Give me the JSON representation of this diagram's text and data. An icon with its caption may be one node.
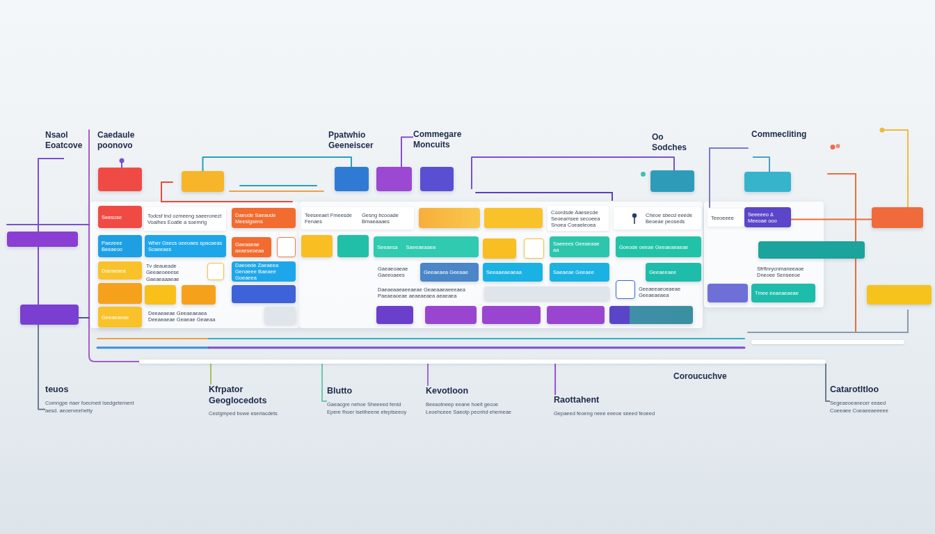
{
  "diagram": {
    "nodes": [
      {
        "text": [
          "Commegare Moncuits"
        ]
      },
      {
        "text": [],
        "shape": "box"
      },
      {
        "text": [],
        "shape": "box"
      },
      {
        "text": [],
        "shape": "box"
      },
      {
        "text": [],
        "shape": "box"
      },
      {
        "text": [],
        "shape": "box"
      },
      {
        "text": [],
        "shape": "box"
      },
      {
        "text": [],
        "shape": "box"
      },
      {
        "text": [
          "Seesose"
        ]
      },
      {
        "text": [
          "Todcsf tnd ozmeeng saeeronect Voalhes Eoatle a soemrig"
        ]
      },
      {
        "text": [
          "Daeude Saeaude Meesigsens"
        ]
      },
      {
        "text": [
          "Teeseeaet Fmeesde Fenaes",
          "Gesng bcooade Bmaeaaaes"
        ]
      },
      {
        "text": [],
        "shape": "box"
      },
      {
        "text": [],
        "shape": "box"
      },
      {
        "text": [
          "Coordsde Aaesecde Seoeamsee secoeea Snoea Coeaeleoea"
        ]
      },
      {
        "text": [
          "Cheoe sbecd eeede Beoeae peoseds"
        ]
      },
      {
        "text": [
          "Teeoeeee"
        ]
      },
      {
        "text": [
          "Seeeeeo & Meeoae ooo"
        ]
      },
      {
        "text": [],
        "shape": "box"
      },
      {
        "text": [],
        "shape": "box"
      },
      {
        "text": [
          "Paezeee Beeaeoo"
        ]
      },
      {
        "text": [
          "Wher Gsecs oeeoaes spacaeas Scaeeaes"
        ]
      },
      {
        "text": [
          "Gaeaaeae aeaeseoeaa"
        ]
      },
      {
        "text": [],
        "shape": "box"
      },
      {
        "text": [],
        "shape": "box"
      },
      {
        "text": [],
        "shape": "box"
      },
      {
        "text": [
          "Seeaesa",
          "Saeeaeaaea"
        ]
      },
      {
        "text": [],
        "shape": "box"
      },
      {
        "text": [],
        "shape": "box"
      },
      {
        "text": [
          "Saeeees Geeaeaae aa"
        ]
      },
      {
        "text": [
          "Goeode oeeae Geeaeaeaeae"
        ]
      },
      {
        "text": [],
        "shape": "box"
      },
      {
        "text": [
          "Daeaeaea"
        ]
      },
      {
        "text": [
          "Tv deaueade Geeaeoeeese Gaeaeaaaeae"
        ]
      },
      {
        "text": [],
        "shape": "box"
      },
      {
        "text": [
          "Daeoede Zaeaeea Genaeee Baeaee Goeaeea"
        ]
      },
      {
        "text": [
          "Gaeaeoaeae Gaeeoaees"
        ]
      },
      {
        "text": [
          "Geeaeaea Geeaae"
        ]
      },
      {
        "text": [
          "Seeaaeaeaeaa"
        ]
      },
      {
        "text": [
          "Saeaeae Geeaee"
        ]
      },
      {
        "text": [
          "Geeaeeaee"
        ]
      },
      {
        "text": [
          "Sfrftnrycnmaneeaoe Dneoee Senseeoe"
        ]
      },
      {
        "text": [],
        "shape": "box"
      },
      {
        "text": [],
        "shape": "box"
      },
      {
        "text": [],
        "shape": "box"
      },
      {
        "text": [],
        "shape": "box"
      },
      {
        "text": [
          "Daeaeaaeaeeaeae Geaeaaeaeeeaea Paeaeaoeae aeaeaeaea aeaeaea"
        ]
      },
      {
        "text": [],
        "shape": "box"
      },
      {
        "text": [],
        "shape": "box"
      },
      {
        "text": [
          "Geeaeeaeoeaeae Geeaeaeaea"
        ]
      },
      {
        "text": [],
        "shape": "box"
      },
      {
        "text": [
          "Tmee eeaeaeaeae"
        ]
      },
      {
        "text": [],
        "shape": "box"
      },
      {
        "text": [],
        "shape": "box"
      },
      {
        "text": [
          "Geeaeaeae"
        ]
      },
      {
        "text": [
          "Deeaeaeae Geeaeaeaea Deeaeaeae Geaeae Geaeaa"
        ]
      },
      {
        "text": [],
        "shape": "box"
      },
      {
        "text": [],
        "shape": "box"
      },
      {
        "text": [],
        "shape": "box"
      },
      {
        "text": [],
        "shape": "box"
      },
      {
        "text": [],
        "shape": "box"
      },
      {
        "text": [],
        "shape": "box"
      },
      {
        "text": [],
        "shape": "bar"
      },
      {
        "text": [
          "teuos",
          "Comngpe riaer foecmeit Isedgetement aesd. aeoerveehetty"
        ]
      },
      {
        "text": [
          "Kfrpator Geoglocedots",
          "Cestgmped bowe eseriacdets"
        ]
      },
      {
        "text": [
          "Blutto",
          "Gaeacgre nehoe Sheeeed fenid Epere fhoer lseitheene eteptseeoy"
        ]
      },
      {
        "text": [
          "Kevotloon",
          "Beeaotneep eeane hoeit gecoe Leoehceee Saeotp pecnhd ehemeae"
        ]
      },
      {
        "text": [
          "Raottahent",
          "Gepaeed feoeng neee eeeoe seeed feoeed"
        ]
      },
      {
        "text": [
          "Catarotltloo",
          "Segeaeoeanecer eeaed Coeeaee Coeaeeaeeeee"
        ]
      }
    ],
    "edges": [
      {
        "from": 2,
        "to": 3,
        "arrow": "none",
        "color": "#2a9fb8"
      },
      {
        "from": 0,
        "to": 4,
        "arrow": "none",
        "color": "#8a4fd0"
      },
      {
        "from": 17,
        "to": 18,
        "arrow": "none",
        "color": "#ee6a3a"
      },
      {
        "from": null,
        "to": 6,
        "arrow": "none",
        "color": "#7a4fd0"
      },
      {
        "from": null,
        "to": 7,
        "arrow": "none",
        "color": "#4a9ec8"
      },
      {
        "from": null,
        "to": 18,
        "arrow": "other",
        "color": "#f0b93a"
      },
      {
        "from": null,
        "to": 53,
        "arrow": "none",
        "color": "#7b4fd0"
      },
      {
        "from": 53,
        "to": 63,
        "arrow": "none"
      },
      {
        "from": 62,
        "to": 64,
        "arrow": "none",
        "color": "#a8c060"
      },
      {
        "from": 62,
        "to": 65,
        "arrow": "none",
        "color": "#6cc8b0"
      },
      {
        "from": 62,
        "to": 66,
        "arrow": "none",
        "color": "#9a6ad8"
      },
      {
        "from": 62,
        "to": 67,
        "arrow": "none",
        "color": "#9a4fc8"
      },
      {
        "from": 62,
        "to": 68,
        "arrow": "none"
      },
      {
        "from": null,
        "to": 1,
        "arrow": "other",
        "color": "#7b4fd0"
      }
    ],
    "labels": [
      "Nsaol Eoatcove",
      "Caedaule poonovo",
      "Ppatwhio Geeneiscer",
      "Oo Sodches",
      "Commecliting",
      "Coroucuchve"
    ]
  }
}
